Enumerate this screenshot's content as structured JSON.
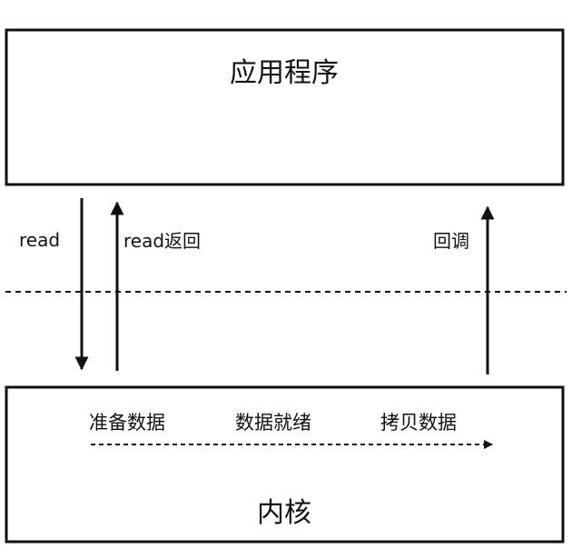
{
  "boxes": {
    "application": {
      "label": "应用程序"
    },
    "kernel": {
      "label": "内核"
    }
  },
  "arrows": {
    "read": {
      "label": "read"
    },
    "read_return": {
      "label": "read返回"
    },
    "callback": {
      "label": "回调"
    }
  },
  "kernel_steps": [
    "准备数据",
    "数据就绪",
    "拷贝数据"
  ]
}
